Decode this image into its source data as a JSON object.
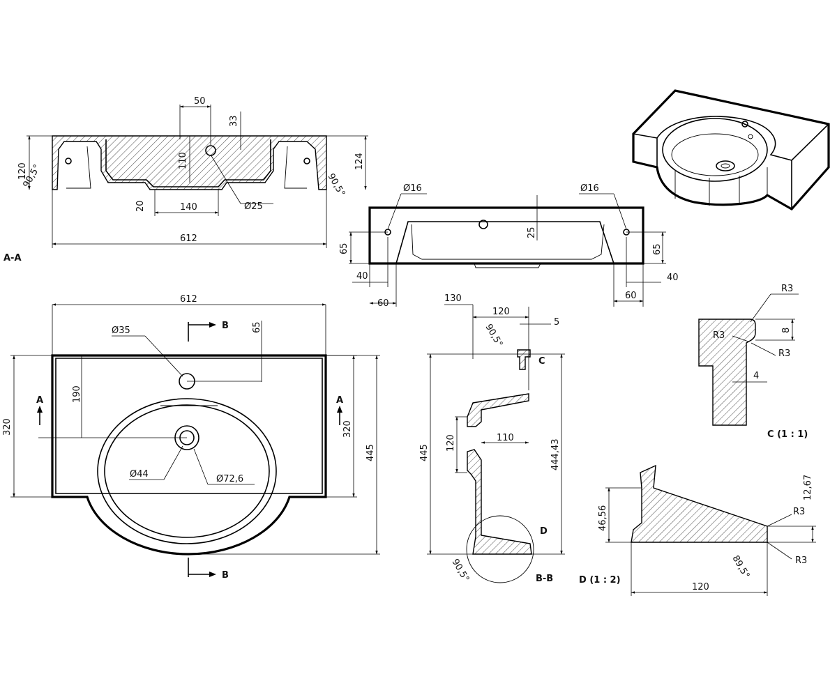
{
  "section_aa": {
    "label": "A-A",
    "dims": {
      "d50": "50",
      "d33": "33",
      "d110": "110",
      "d120": "120",
      "d124": "124",
      "ang_left": "90,5°",
      "ang_right": "90,5°",
      "d20": "20",
      "d140": "140",
      "dia25": "Ø25",
      "d612": "612"
    }
  },
  "rear_view": {
    "dims": {
      "dia16_left": "Ø16",
      "dia16_right": "Ø16",
      "d25": "25",
      "d65_left": "65",
      "d65_right": "65",
      "d40_left": "40",
      "d40_right": "40",
      "d60_left": "60",
      "d60_right": "60"
    }
  },
  "plan_view": {
    "dims": {
      "d612": "612",
      "dia35": "Ø35",
      "d65": "65",
      "d190": "190",
      "d320_left": "320",
      "d320_right": "320",
      "d445": "445",
      "dia44": "Ø44",
      "dia72": "Ø72,6"
    },
    "markers": {
      "a_left": "A",
      "a_right": "A",
      "b_top": "B",
      "b_bottom": "B"
    }
  },
  "section_bb": {
    "label": "B-B",
    "dims": {
      "d130": "130",
      "d120": "120",
      "d5": "5",
      "ang_top": "90,5°",
      "d120_lip": "120",
      "d110": "110",
      "d445": "445",
      "d44443": "444,43",
      "ang_bottom": "90,5°"
    },
    "callouts": {
      "c": "C",
      "d": "D"
    }
  },
  "detail_c": {
    "label": "C (1 : 1)",
    "dims": {
      "r3_top": "R3",
      "r3_left": "R3",
      "r3_right": "R3",
      "d8": "8",
      "d4": "4"
    }
  },
  "detail_d": {
    "label": "D (1 : 2)",
    "dims": {
      "d4656": "46,56",
      "d1267": "12,67",
      "r3_top": "R3",
      "r3_bottom": "R3",
      "ang": "89,5°",
      "d120": "120"
    }
  }
}
